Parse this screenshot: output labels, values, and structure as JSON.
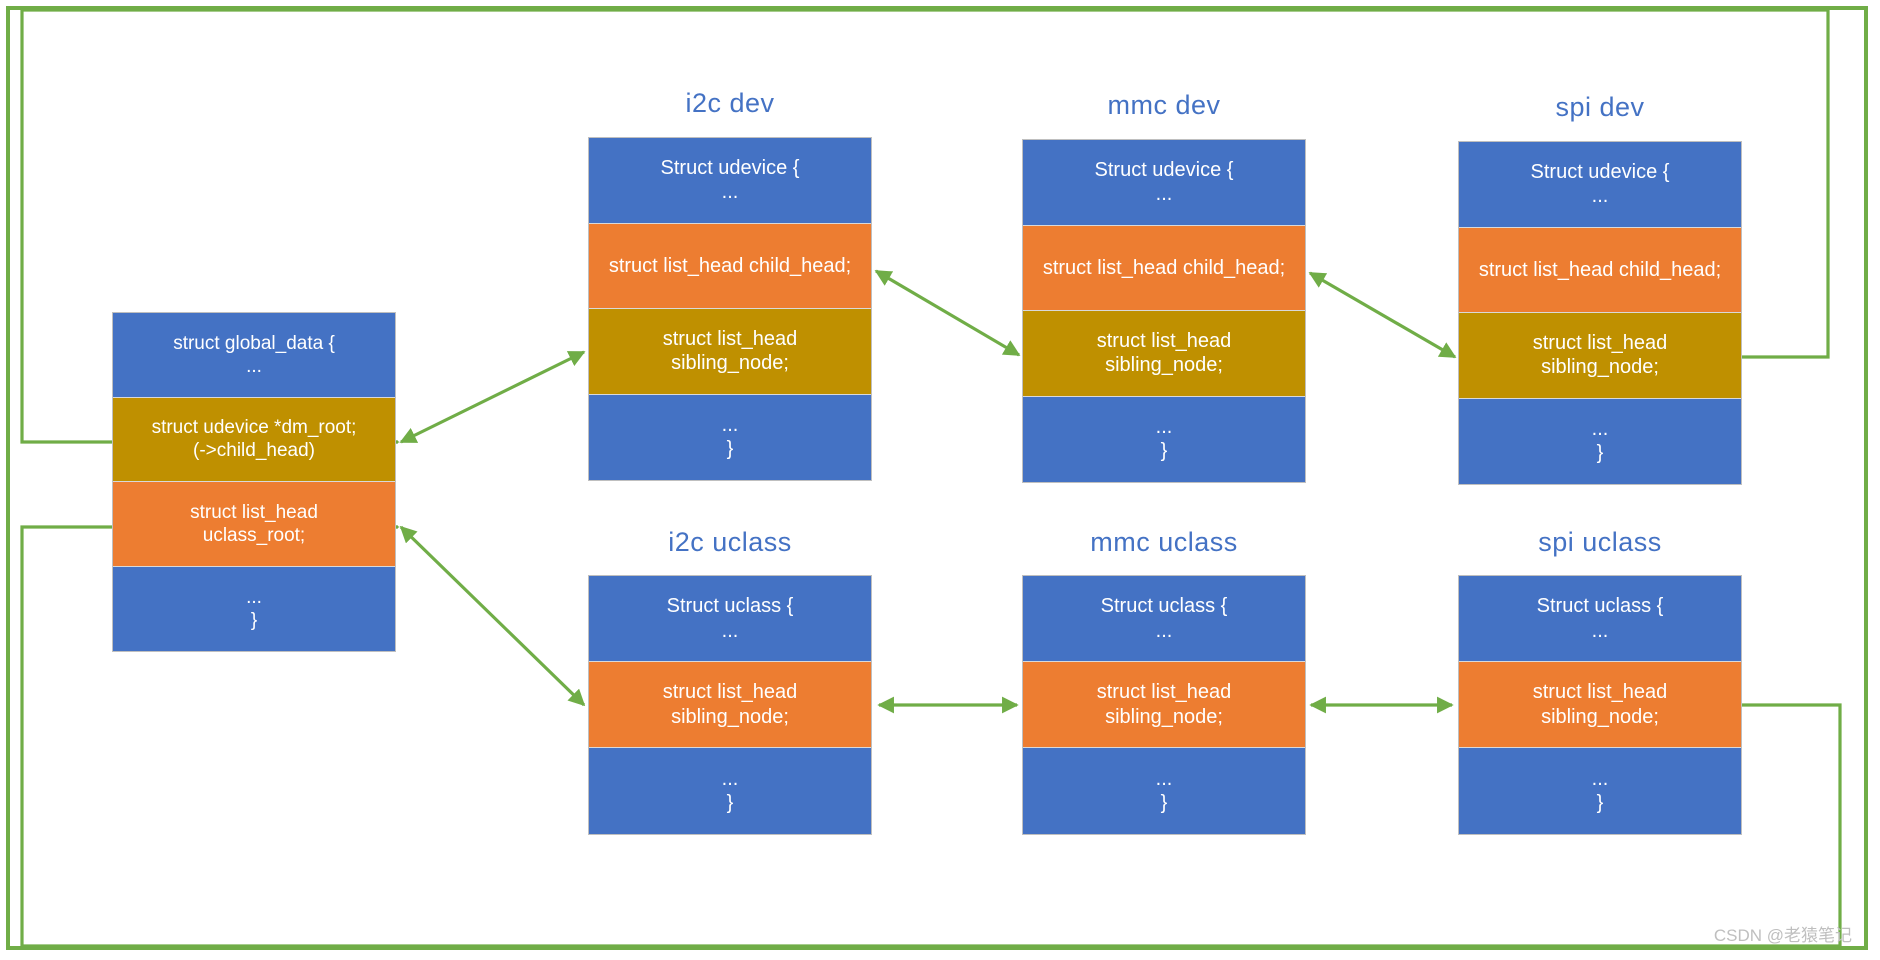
{
  "diagram": {
    "title": "U-Boot driver model global_data / udevice / uclass linkage",
    "frame_color": "#70AD47",
    "connector_color": "#70AD47",
    "colors": {
      "blue": "#4472C4",
      "orange": "#ED7D31",
      "gold": "#BF9000",
      "caption": "#4472C4",
      "watermark": "#BFBFBF"
    },
    "watermark": "CSDN @老猿笔记"
  },
  "global_data_box": {
    "rows": [
      {
        "line1": "struct global_data {",
        "line2": "...",
        "color": "blue"
      },
      {
        "line1": "struct udevice  *dm_root;",
        "line2": "(->child_head)",
        "color": "gold"
      },
      {
        "line1": "struct list_head",
        "line2": "uclass_root;",
        "color": "orange"
      },
      {
        "line1": "...",
        "line2": "}",
        "color": "blue"
      }
    ]
  },
  "dev_columns": [
    {
      "caption": "i2c  dev",
      "rows": [
        {
          "line1": "Struct udevice {",
          "line2": "...",
          "color": "blue"
        },
        {
          "line1": "struct list_head child_head;",
          "line2": "",
          "color": "orange"
        },
        {
          "line1": "struct list_head",
          "line2": "sibling_node;",
          "color": "gold"
        },
        {
          "line1": "...",
          "line2": "}",
          "color": "blue"
        }
      ]
    },
    {
      "caption": "mmc  dev",
      "rows": [
        {
          "line1": "Struct udevice {",
          "line2": "...",
          "color": "blue"
        },
        {
          "line1": "struct list_head child_head;",
          "line2": "",
          "color": "orange"
        },
        {
          "line1": "struct list_head",
          "line2": "sibling_node;",
          "color": "gold"
        },
        {
          "line1": "...",
          "line2": "}",
          "color": "blue"
        }
      ]
    },
    {
      "caption": "spi  dev",
      "rows": [
        {
          "line1": "Struct udevice {",
          "line2": "...",
          "color": "blue"
        },
        {
          "line1": "struct list_head child_head;",
          "line2": "",
          "color": "orange"
        },
        {
          "line1": "struct list_head",
          "line2": "sibling_node;",
          "color": "gold"
        },
        {
          "line1": "...",
          "line2": "}",
          "color": "blue"
        }
      ]
    }
  ],
  "uclass_columns": [
    {
      "caption": "i2c  uclass",
      "rows": [
        {
          "line1": "Struct uclass {",
          "line2": "...",
          "color": "blue"
        },
        {
          "line1": "struct list_head",
          "line2": "sibling_node;",
          "color": "orange"
        },
        {
          "line1": "...",
          "line2": "}",
          "color": "blue"
        }
      ]
    },
    {
      "caption": "mmc  uclass",
      "rows": [
        {
          "line1": "Struct uclass {",
          "line2": "...",
          "color": "blue"
        },
        {
          "line1": "struct list_head",
          "line2": "sibling_node;",
          "color": "orange"
        },
        {
          "line1": "...",
          "line2": "}",
          "color": "blue"
        }
      ]
    },
    {
      "caption": "spi  uclass",
      "rows": [
        {
          "line1": "Struct uclass {",
          "line2": "...",
          "color": "blue"
        },
        {
          "line1": "struct list_head",
          "line2": "sibling_node;",
          "color": "orange"
        },
        {
          "line1": "...",
          "line2": "}",
          "color": "blue"
        }
      ]
    }
  ]
}
